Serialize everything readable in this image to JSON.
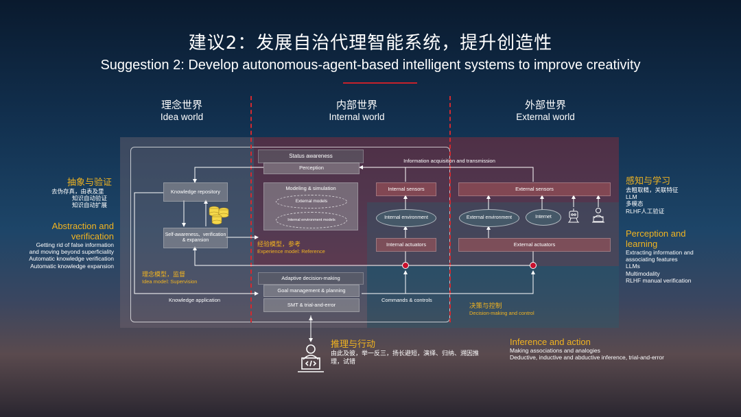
{
  "title": {
    "zh": "建议2：发展自治代理智能系统，提升创造性",
    "en": "Suggestion 2: Develop autonomous-agent-based intelligent systems to improve creativity"
  },
  "columns": [
    {
      "zh": "理念世界",
      "en": "Idea world"
    },
    {
      "zh": "内部世界",
      "en": "Internal world"
    },
    {
      "zh": "外部世界",
      "en": "External world"
    }
  ],
  "diagram": {
    "status_awareness": "Status awareness",
    "perception": "Perception",
    "modeling_simulation": "Modeling & simulation",
    "external_models": "External models",
    "internal_env_models": "Internal environment models",
    "knowledge_repository": "Knowledge repository",
    "self_awareness": "Self-awareness、verification & expansion",
    "info_acq": "Information acquisition and transmission",
    "internal_sensors": "Internal sensors",
    "external_sensors": "External sensors",
    "internal_environment": "Internal environment",
    "external_environment": "External environment",
    "internet": "Internet",
    "internal_actuators": "Internal actuators",
    "external_actuators": "External actuators",
    "experience_zh": "经验模型，参考",
    "experience_en": "Experience model: Reference",
    "idea_zh": "理念模型，监督",
    "idea_en": "Idea model: Supervision",
    "adaptive_decision": "Adaptive decision-making",
    "goal_management": "Goal management & planning",
    "smt": "SMT & trial-and-error",
    "knowledge_application": "Knowledge application",
    "commands_controls": "Commands & controls",
    "decision_zh": "决策与控制",
    "decision_en": "Decision-making and control"
  },
  "left_side": {
    "heading_zh": "抽象与验证",
    "lines_zh": [
      "去伪存真，由表及里",
      "知识自动验证",
      "知识自动扩展"
    ],
    "heading_en": "Abstraction and verification",
    "lines_en": [
      "Getting rid of false information and moving beyond superficiality",
      "Automatic knowledge verification",
      "Automatic knowledge expansion"
    ]
  },
  "right_side": {
    "heading_zh": "感知与学习",
    "lines_zh": [
      "去粗取精，关联特征",
      "LLM",
      "多模态",
      "RLHF人工验证"
    ],
    "heading_en": "Perception and learning",
    "lines_en": [
      "Extracting information and associating features",
      "LLMs",
      "Multimodality",
      "RLHF manual verification"
    ]
  },
  "bottom": {
    "heading_zh": "推理与行动",
    "text_zh": "由此及彼，举一反三，扬长避短，演绎、归纳、溯因推理，试错",
    "heading_en": "Inference and action",
    "line1_en": "Making associations and analogies",
    "line2_en": "Deductive, inductive and abductive inference, trial-and-error"
  },
  "colors": {
    "accent_red": "#c8212b",
    "gold": "#f2b420"
  }
}
